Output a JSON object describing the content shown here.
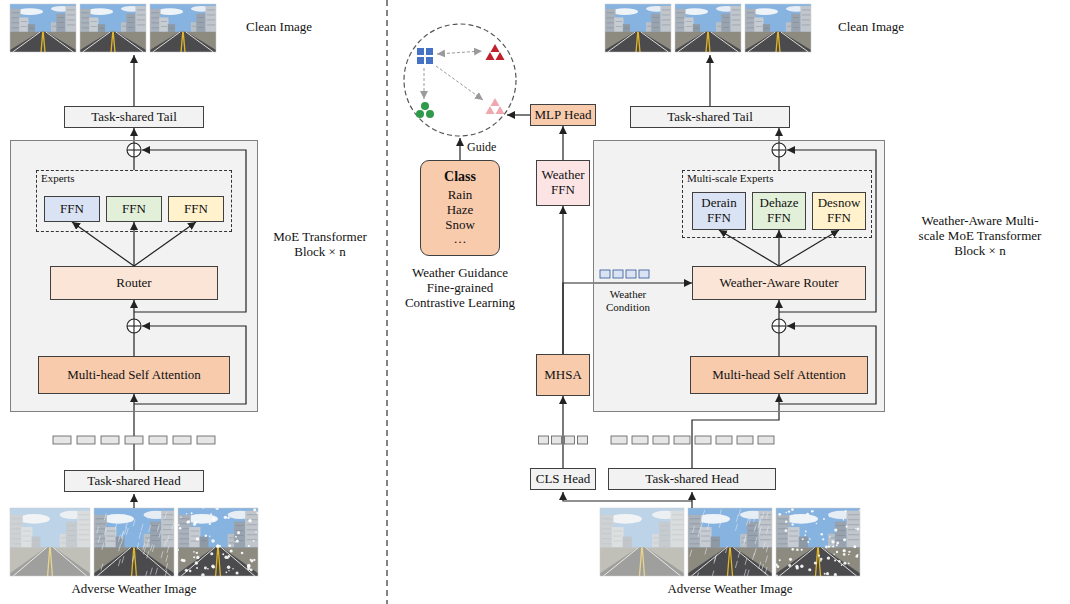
{
  "diagram": {
    "nodes": [
      {
        "text": [
          "Task-shared Tail"
        ]
      },
      {
        "text": [
          "MoE Transformer Block × n"
        ]
      },
      {
        "text": [
          "Experts"
        ],
        "in": 1
      },
      {
        "text": [
          "FFN"
        ],
        "in": 2
      },
      {
        "text": [
          "FFN"
        ],
        "in": 2
      },
      {
        "text": [
          "FFN"
        ],
        "in": 2
      },
      {
        "text": [
          "Router"
        ],
        "in": 1
      },
      {
        "text": [
          "Multi-head Self Attention"
        ],
        "in": 1
      },
      {
        "text": [
          "Task-shared Head"
        ]
      },
      {
        "text": [
          "Class",
          "Rain Haze Snow …"
        ]
      },
      {
        "text": [
          "MLP Head"
        ]
      },
      {
        "text": [
          "Task-shared Tail"
        ]
      },
      {
        "text": [
          "Weather-Aware Multi-scale MoE Transformer Block × n"
        ]
      },
      {
        "text": [
          "Multi-scale Experts"
        ],
        "in": 12
      },
      {
        "text": [
          "Derain FFN"
        ],
        "in": 13
      },
      {
        "text": [
          "Dehaze FFN"
        ],
        "in": 13
      },
      {
        "text": [
          "Desnow FFN"
        ],
        "in": 13
      },
      {
        "text": [
          "Weather-Aware Router"
        ],
        "in": 12
      },
      {
        "text": [
          "Multi-head Self Attention"
        ],
        "in": 12
      },
      {
        "text": [
          "Weather FFN"
        ]
      },
      {
        "text": [
          "MHSA"
        ]
      },
      {
        "text": [
          "CLS Head"
        ]
      },
      {
        "text": [
          "Task-shared Head"
        ]
      }
    ],
    "edges": [
      {
        "from": 8,
        "to": 7,
        "arrow": "to"
      },
      {
        "from": 7,
        "to": 6,
        "arrow": "to"
      },
      {
        "from": 6,
        "to": 3,
        "arrow": "to"
      },
      {
        "from": 6,
        "to": 4,
        "arrow": "to"
      },
      {
        "from": 6,
        "to": 5,
        "arrow": "to"
      },
      {
        "from": 2,
        "to": 0,
        "arrow": "to"
      },
      {
        "from": 22,
        "to": 18,
        "arrow": "to"
      },
      {
        "from": 18,
        "to": 17,
        "arrow": "to"
      },
      {
        "from": 17,
        "to": 14,
        "arrow": "to"
      },
      {
        "from": 17,
        "to": 15,
        "arrow": "to"
      },
      {
        "from": 17,
        "to": 16,
        "arrow": "to"
      },
      {
        "from": 13,
        "to": 11,
        "arrow": "to"
      },
      {
        "from": 21,
        "to": 20,
        "arrow": "to"
      },
      {
        "from": 20,
        "to": 19,
        "arrow": "to"
      },
      {
        "from": 20,
        "to": 17,
        "arrow": "to"
      },
      {
        "from": 19,
        "to": 10,
        "arrow": "to"
      }
    ],
    "labels": [
      "Clean Image",
      "Adverse Weather Image",
      "Guide",
      "Weather Guidance Fine-grained Contrastive Learning",
      "Weather Condition",
      "Clean Image",
      "Adverse Weather Image"
    ]
  }
}
